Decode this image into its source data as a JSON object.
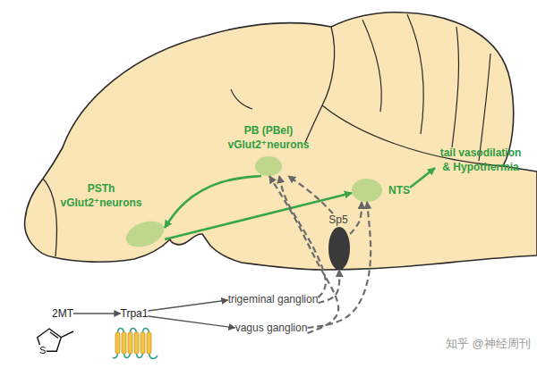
{
  "diagram": {
    "nodes": [
      {
        "text": [
          "PB (PBel) vGlut2⁺neurons"
        ]
      },
      {
        "text": [
          "PSTh vGlut2⁺neurons"
        ]
      },
      {
        "text": [
          "NTS"
        ]
      },
      {
        "text": [
          "tail vasodilation & Hypothermia"
        ]
      },
      {
        "text": [
          "Sp5"
        ]
      },
      {
        "text": [
          "2MT"
        ]
      },
      {
        "text": [
          "Trpa1"
        ]
      },
      {
        "text": [
          "trigeminal ganglion"
        ]
      },
      {
        "text": [
          "vagus ganglion"
        ]
      }
    ],
    "edges": [
      {
        "from": 0,
        "to": 1,
        "arrow": "to"
      },
      {
        "from": 1,
        "to": 2,
        "arrow": "to"
      },
      {
        "from": 2,
        "to": 3,
        "arrow": "to"
      },
      {
        "from": 5,
        "to": 6,
        "arrow": "to"
      },
      {
        "from": 6,
        "to": 7,
        "arrow": "to"
      },
      {
        "from": 6,
        "to": 8,
        "arrow": "to"
      },
      {
        "from": 7,
        "to": 0,
        "arrow": "to"
      },
      {
        "from": 7,
        "to": 4,
        "arrow": "to"
      },
      {
        "from": 8,
        "to": 2,
        "arrow": "to"
      },
      {
        "from": 8,
        "to": 0,
        "arrow": "to"
      },
      {
        "from": 4,
        "to": 0,
        "arrow": "to"
      },
      {
        "from": 4,
        "to": 2,
        "arrow": "to"
      }
    ],
    "labels": [
      "S",
      "知乎 @神经周刊"
    ]
  }
}
